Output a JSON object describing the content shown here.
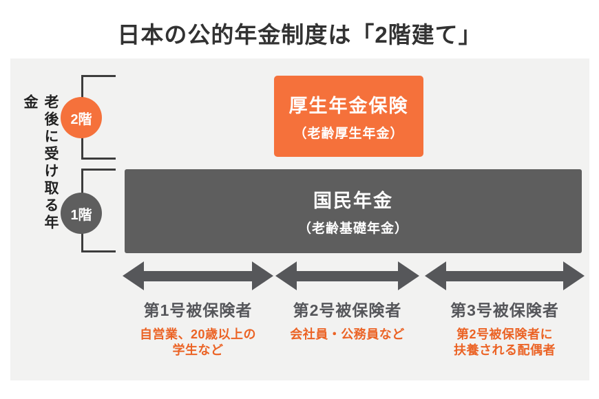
{
  "title": "日本の公的年金制度は「2階建て」",
  "side_label": "老後に受け取る年金",
  "colors": {
    "accent_orange": "#F5713B",
    "orange_text": "#EB6325",
    "box_gray": "#5E5E5E",
    "arrow_gray": "#56575A",
    "panel_background": "#F2F2F1",
    "title_text": "#323232",
    "bracket_line": "#3C3C3C"
  },
  "floors": [
    {
      "badge": "2階",
      "box_title": "厚生年金保険",
      "box_subtitle": "（老齢厚生年金）"
    },
    {
      "badge": "1階",
      "box_title": "国民年金",
      "box_subtitle": "（老齢基礎年金）"
    }
  ],
  "categories": [
    {
      "label": "第1号被保険者",
      "description": "自営業、20歳以上の\n学生など"
    },
    {
      "label": "第2号被保険者",
      "description": "会社員・公務員など"
    },
    {
      "label": "第3号被保険者",
      "description": "第2号被保険者に\n扶養される配偶者"
    }
  ]
}
